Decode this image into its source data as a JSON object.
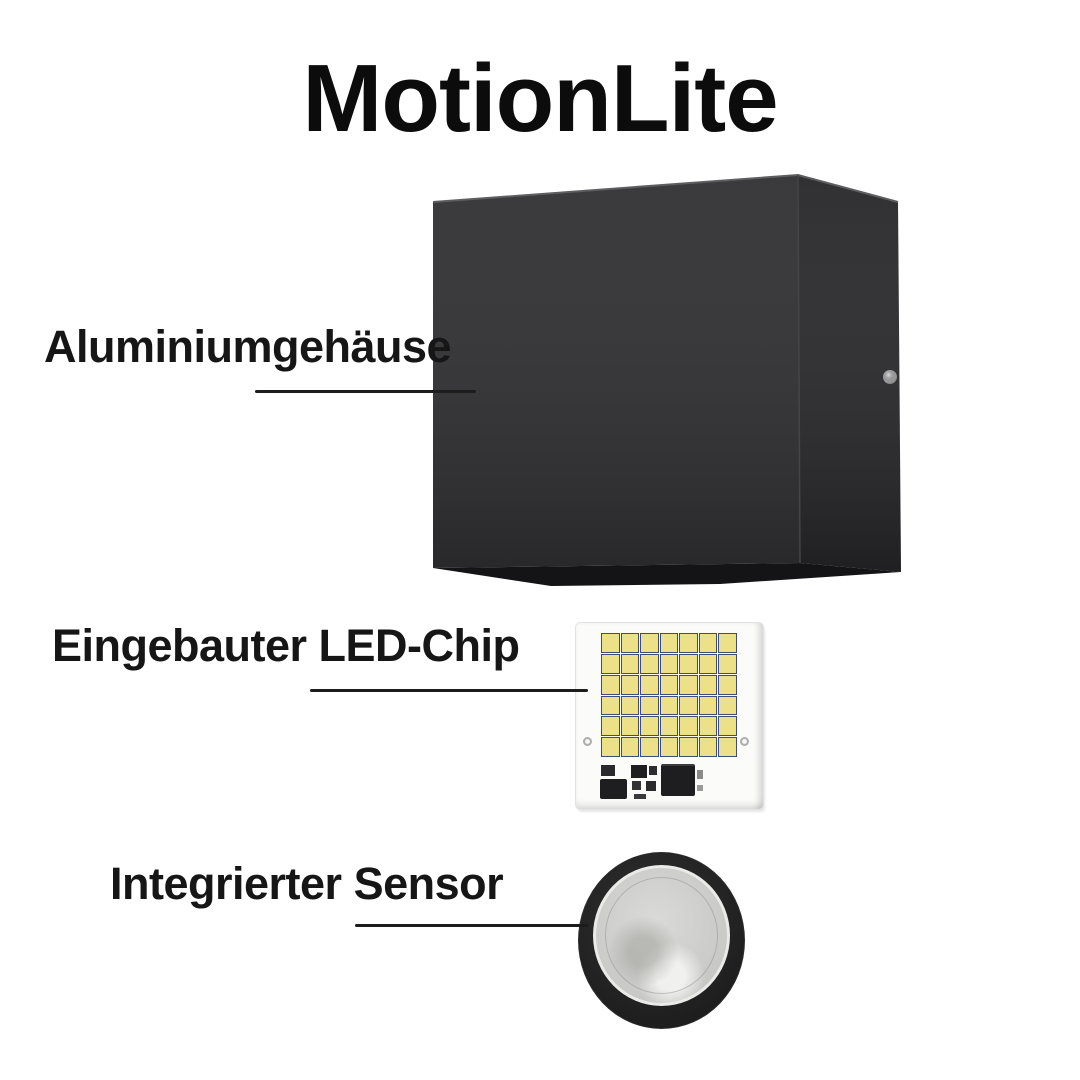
{
  "background_color": "#ffffff",
  "title": {
    "text": "MotionLite",
    "color": "#0c0c0c"
  },
  "label_color": "#161616",
  "leader_line_color": "#1c1c1c",
  "callouts": [
    {
      "id": "housing",
      "label": "Aluminiumgehäuse"
    },
    {
      "id": "led-chip",
      "label": "Eingebauter LED-Chip"
    },
    {
      "id": "sensor",
      "label": "Integrierter Sensor"
    }
  ],
  "product": {
    "name": "MotionLite wall lamp",
    "housing": {
      "front_color": "#303033",
      "side_color": "#28282b",
      "underside_color": "#141416",
      "edge_highlight_color": "#5e5e61",
      "screw_color": "#b4b4b4"
    },
    "led_chip": {
      "board_color": "#fbfbf9",
      "cell_color": "#ece189",
      "grid_line_color": "#3f4c78",
      "component_color": "#1e1e20",
      "columns": 7,
      "rows": 6
    },
    "sensor": {
      "ring_color": "#232323",
      "lens_color": "#cbcbc9"
    }
  }
}
